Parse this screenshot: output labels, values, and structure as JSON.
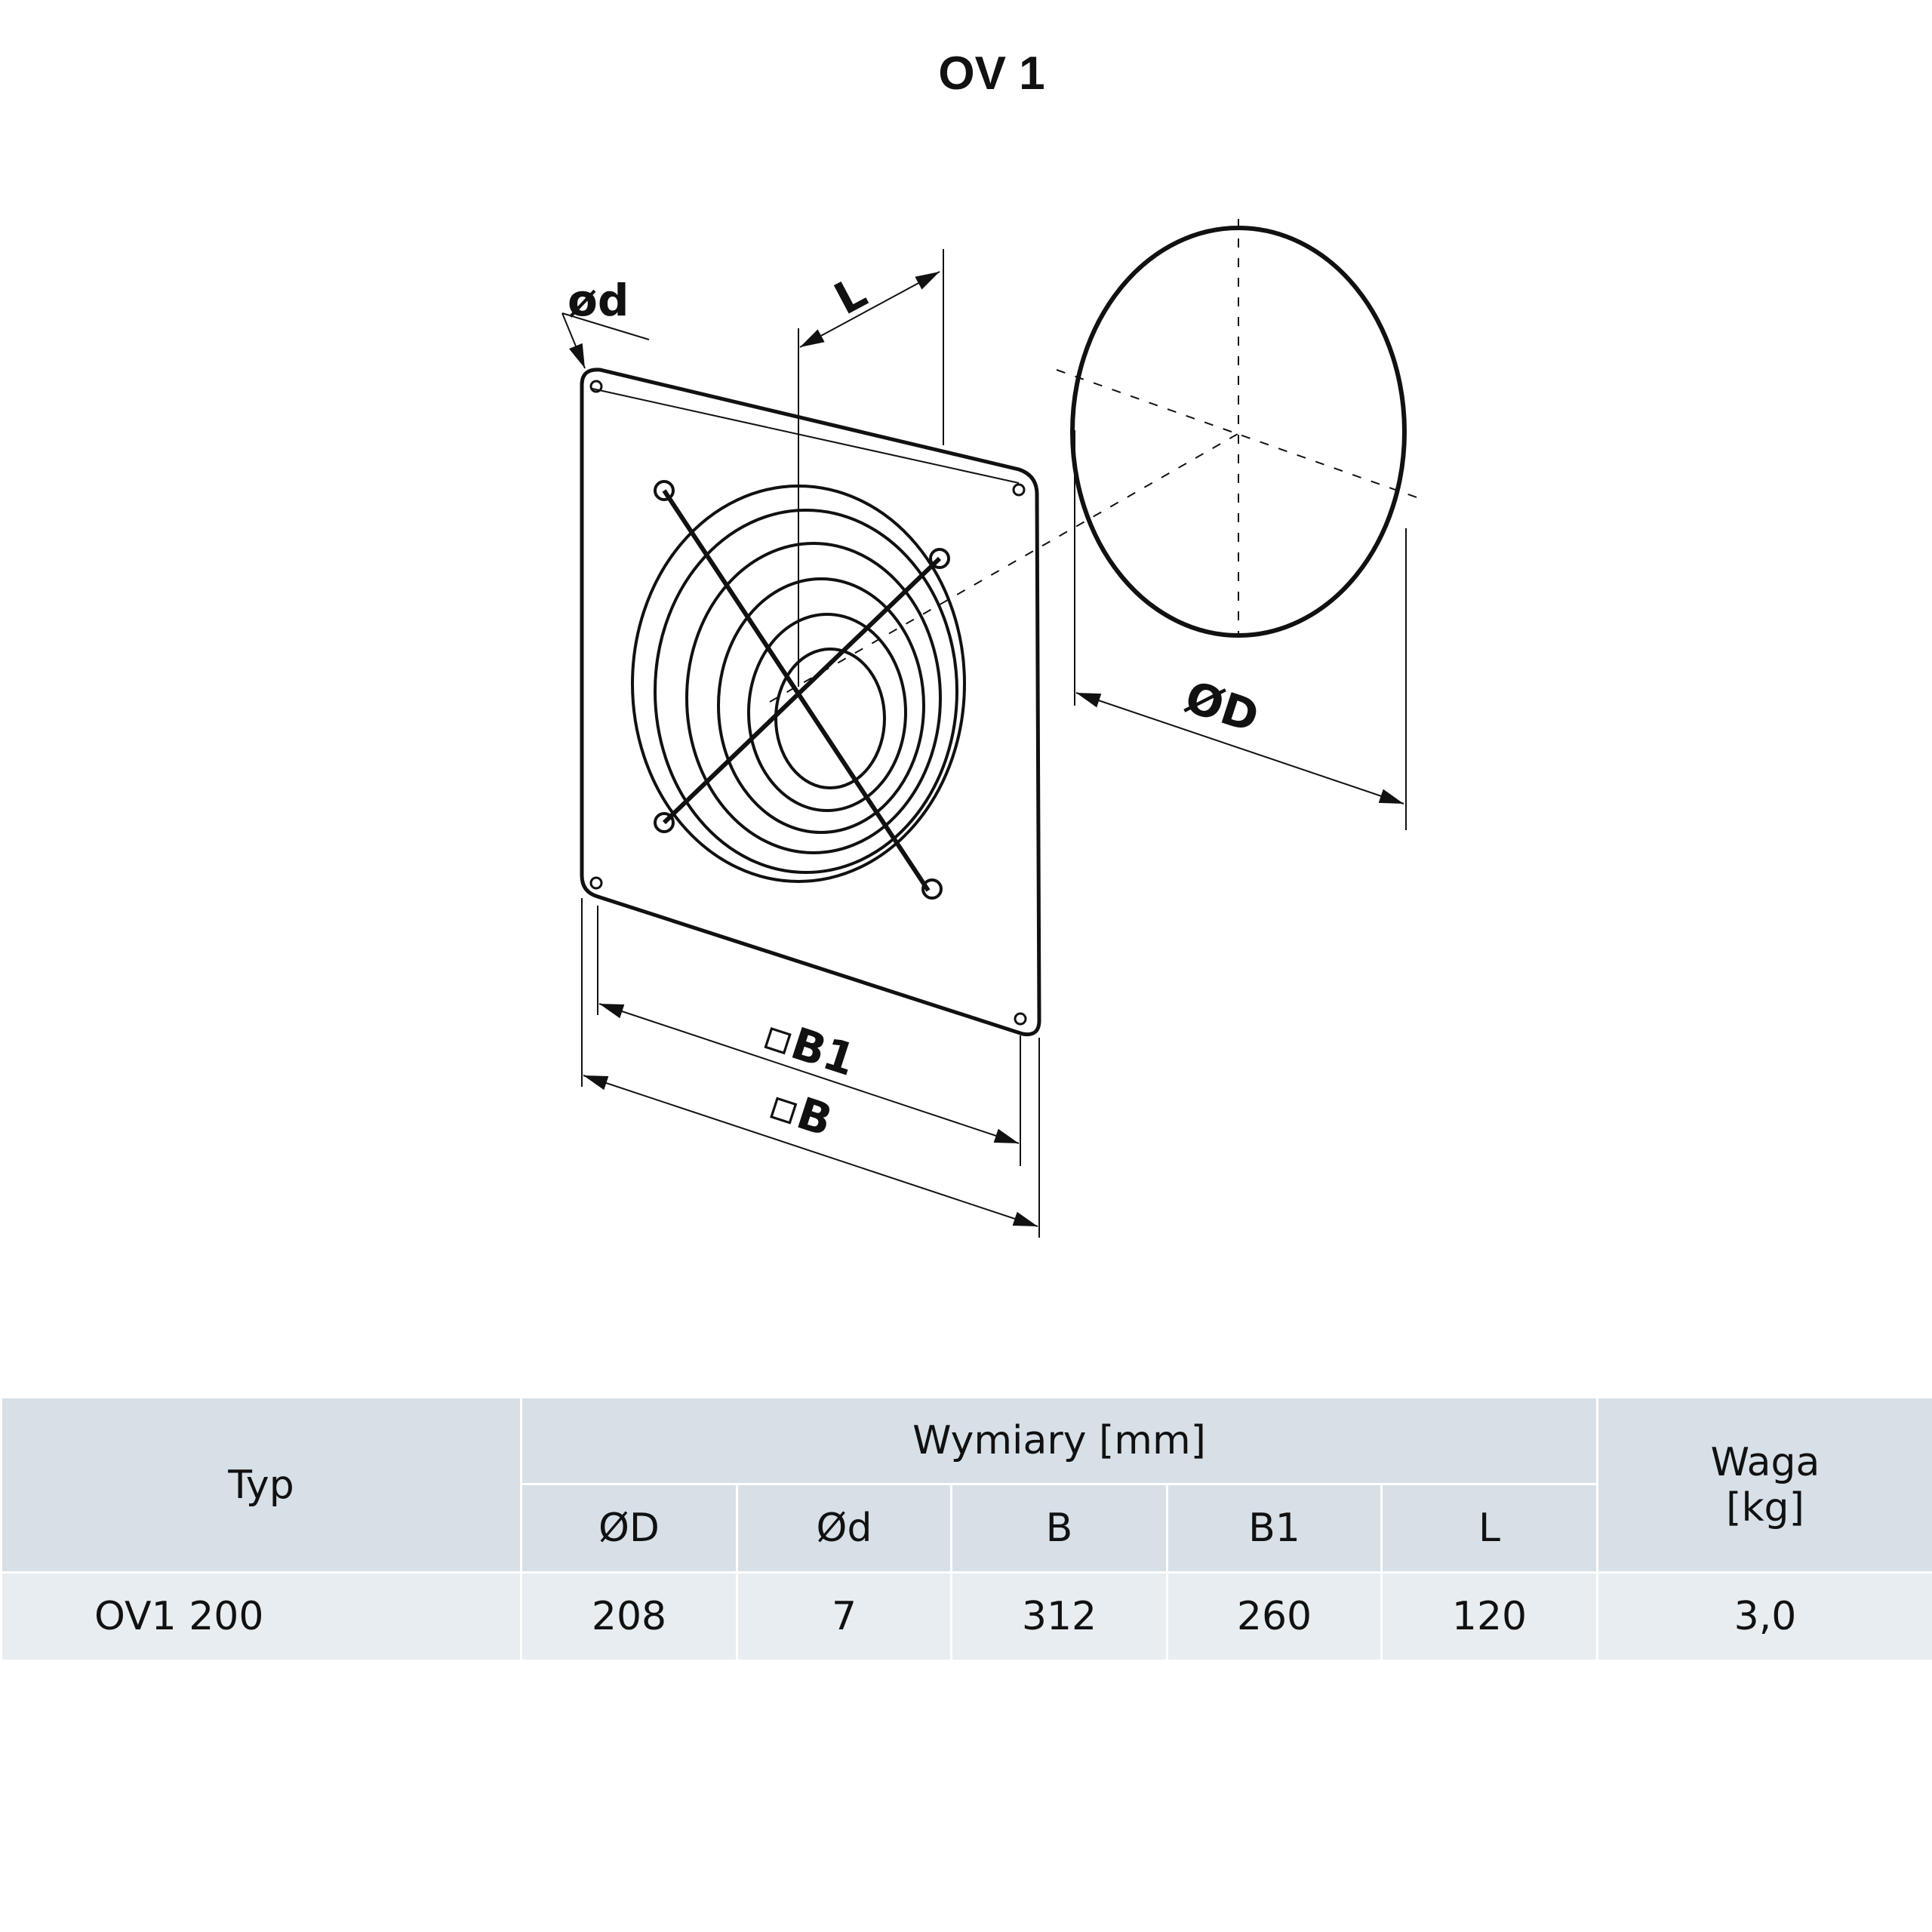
{
  "title": "OV 1",
  "drawing_labels": {
    "d": "ød",
    "L": "L",
    "D": "ØD",
    "B1": "▫B1",
    "B": "▫B"
  },
  "table": {
    "typ_header": "Typ",
    "dims_header": "Wymiary [mm]",
    "weight_header_line1": "Waga",
    "weight_header_line2": "[kg]",
    "columns": [
      "ØD",
      "Ød",
      "B",
      "B1",
      "L"
    ],
    "rows": [
      {
        "typ": "OV1 200",
        "values": [
          "208",
          "7",
          "312",
          "260",
          "120"
        ],
        "weight": "3,0"
      }
    ]
  },
  "colors": {
    "header_bg": "#d7e0e7",
    "row_bg": "#e8edf1",
    "line": "#111111"
  }
}
